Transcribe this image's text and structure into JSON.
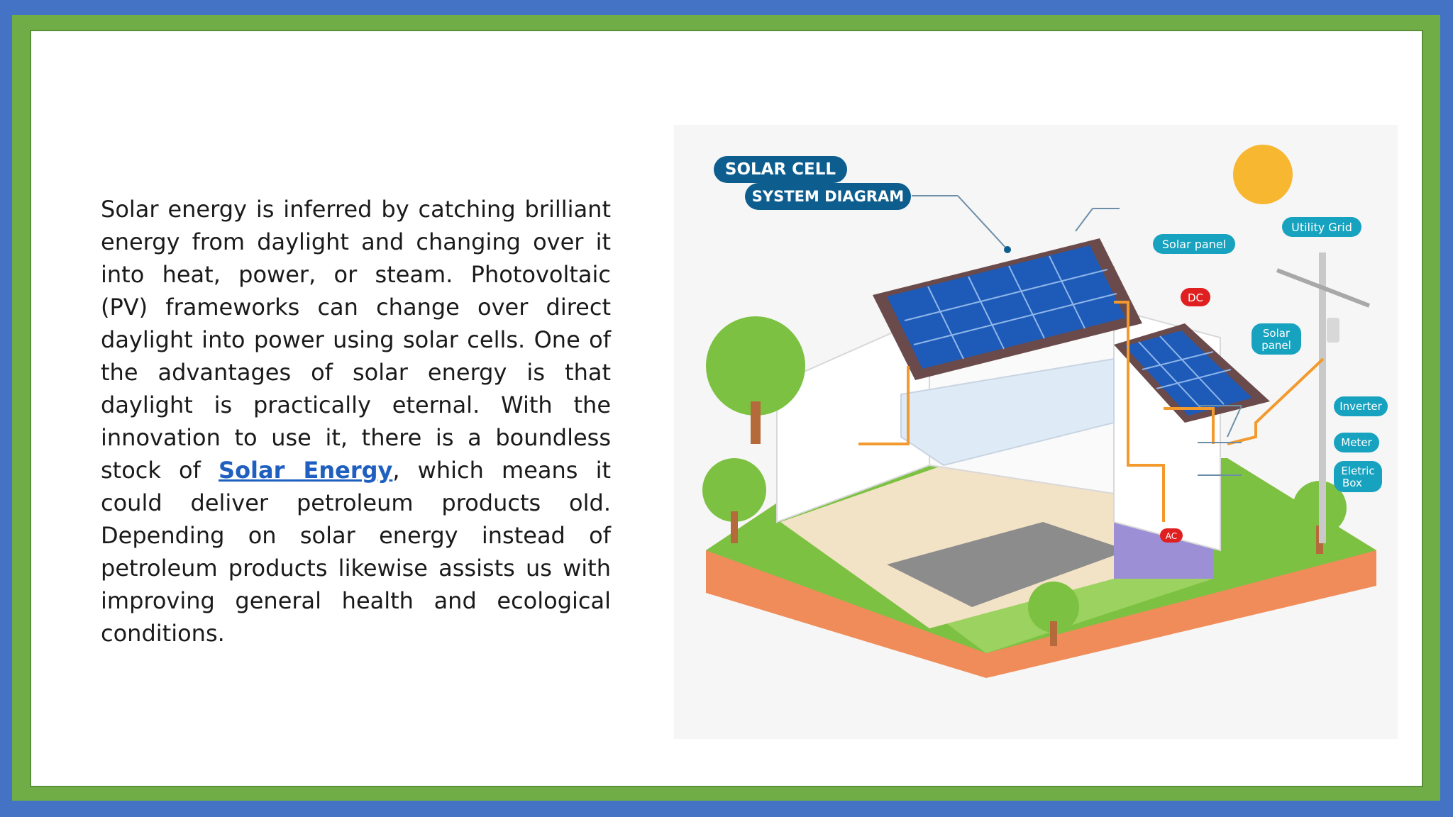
{
  "paragraph": {
    "before_link": "Solar energy is inferred by catching brilliant energy from daylight and changing over it into heat, power, or steam. Photovoltaic (PV) frameworks can change over direct daylight into power using solar cells. One of the advantages of solar energy is that daylight is practically eternal. With the innovation to use it, there is a boundless stock of ",
    "link_text": "Solar Energy",
    "after_link": ", which means it could deliver petroleum products old. Depending on solar energy instead of petroleum products likewise assists us with improving general health and ecological conditions."
  },
  "diagram": {
    "title_line1": "SOLAR CELL",
    "title_line2": "SYSTEM DIAGRAM",
    "labels": {
      "solar_panel": "Solar panel",
      "dc": "DC",
      "utility_grid": "Utility Grid",
      "solar_panel_2_line1": "Solar",
      "solar_panel_2_line2": "panel",
      "inverter": "Inverter",
      "meter": "Meter",
      "eletric_box_line1": "Eletric",
      "eletric_box_line2": "Box",
      "ac": "AC"
    }
  },
  "colors": {
    "slide_background": "#4472c4",
    "frame_green": "#70ad47",
    "link_blue": "#1f5fbf",
    "label_teal": "#17a2c0",
    "label_navy": "#0d5e8f",
    "label_red": "#e02020"
  }
}
